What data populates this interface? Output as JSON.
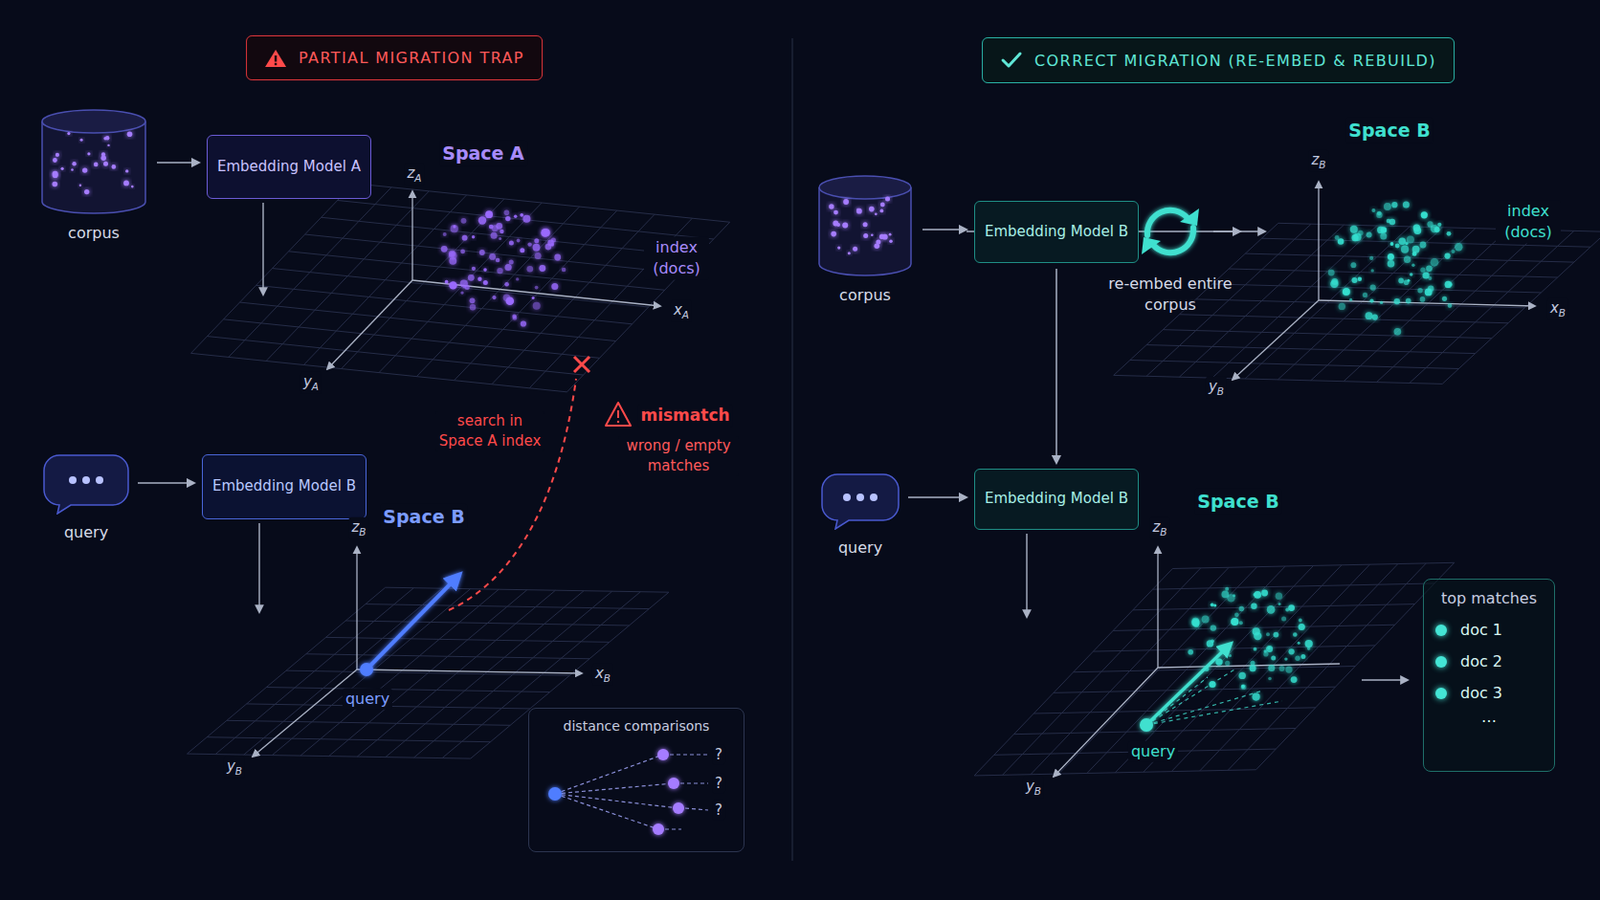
{
  "diagram": {
    "nodes": [
      {
        "text": [
          "PARTIAL MIGRATION TRAP"
        ]
      },
      {
        "text": [
          "corpus"
        ]
      },
      {
        "text": [
          "Embedding Model A"
        ]
      },
      {
        "text": [
          "query"
        ]
      },
      {
        "text": [
          "Embedding Model B"
        ]
      },
      {
        "text": [
          "distance comparisons"
        ]
      },
      {
        "text": [
          "CORRECT MIGRATION (RE-EMBED & REBUILD)"
        ]
      },
      {
        "text": [
          "corpus"
        ]
      },
      {
        "text": [
          "Embedding Model B"
        ]
      },
      {
        "text": [
          "re-embed entire corpus"
        ]
      },
      {
        "text": [
          "query"
        ]
      },
      {
        "text": [
          "Embedding Model B"
        ]
      },
      {
        "text": [
          "top matches",
          "doc 1",
          "doc 2",
          "doc 3",
          "…"
        ]
      }
    ],
    "edges": [
      {
        "from": 1,
        "to": 2,
        "arrow": "to"
      },
      {
        "from": 3,
        "to": 4,
        "arrow": "to"
      },
      {
        "from": 7,
        "to": 8,
        "arrow": "to"
      },
      {
        "from": 8,
        "to": 9,
        "arrow": "to"
      },
      {
        "from": 8,
        "to": 11,
        "arrow": "to"
      },
      {
        "from": 10,
        "to": 11,
        "arrow": "to"
      }
    ],
    "labels": [
      "Space A",
      "zA",
      "xA",
      "yA",
      "index (docs)",
      "search in Space A index",
      "mismatch",
      "wrong / empty matches",
      "Space B",
      "zB",
      "xB",
      "yB",
      "query",
      "?",
      "?",
      "?",
      "Space B",
      "zB",
      "xB",
      "yB",
      "index (docs)",
      "Space B",
      "zB",
      "yB",
      "query"
    ]
  }
}
